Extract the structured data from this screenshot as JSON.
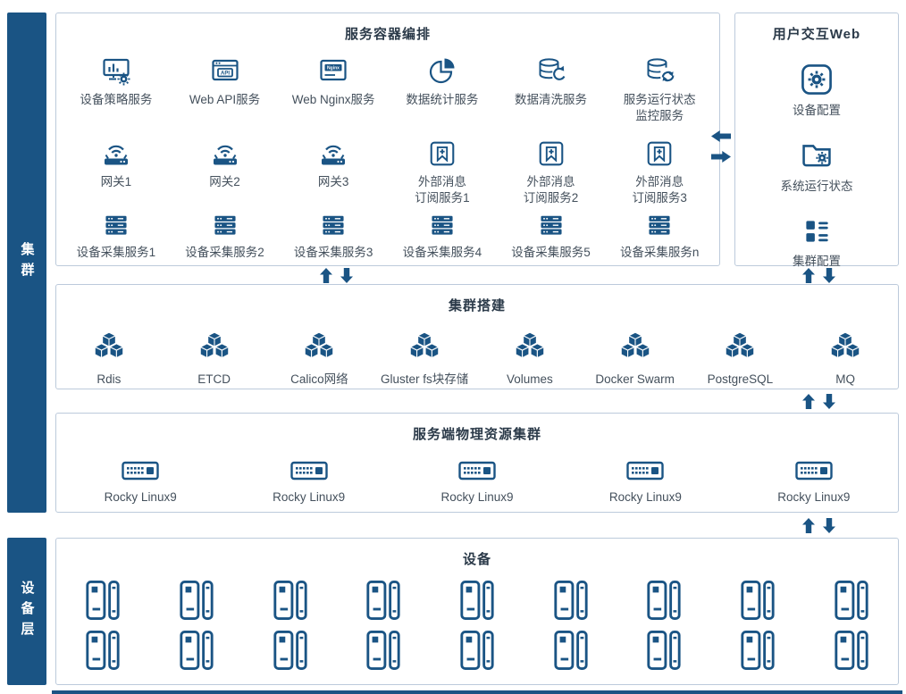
{
  "colors": {
    "primary": "#1a5484",
    "border": "#bccadb",
    "title_text": "#2b3a49",
    "label_text": "#44505c",
    "sidebar_text": "#ffffff"
  },
  "sidebar": {
    "cluster": "集群",
    "device": "设备层"
  },
  "orchestration": {
    "title": "服务容器编排",
    "rows": [
      {
        "items": [
          {
            "icon": "monitor-gear",
            "label": "设备策略服务"
          },
          {
            "icon": "api-box",
            "label": "Web API服务"
          },
          {
            "icon": "nginx-box",
            "label": "Web Nginx服务"
          },
          {
            "icon": "pie-chart",
            "label": "数据统计服务"
          },
          {
            "icon": "db-refresh",
            "label": "数据清洗服务"
          },
          {
            "icon": "db-monitor",
            "label": "服务运行状态\n监控服务"
          }
        ]
      },
      {
        "items": [
          {
            "icon": "gateway",
            "label": "网关1"
          },
          {
            "icon": "gateway",
            "label": "网关2"
          },
          {
            "icon": "gateway",
            "label": "网关3"
          },
          {
            "icon": "subscribe",
            "label": "外部消息\n订阅服务1"
          },
          {
            "icon": "subscribe",
            "label": "外部消息\n订阅服务2"
          },
          {
            "icon": "subscribe",
            "label": "外部消息\n订阅服务3"
          }
        ]
      },
      {
        "items": [
          {
            "icon": "server-stack",
            "label": "设备采集服务1"
          },
          {
            "icon": "server-stack",
            "label": "设备采集服务2"
          },
          {
            "icon": "server-stack",
            "label": "设备采集服务3"
          },
          {
            "icon": "server-stack",
            "label": "设备采集服务4"
          },
          {
            "icon": "server-stack",
            "label": "设备采集服务5"
          },
          {
            "icon": "server-stack",
            "label": "设备采集服务n"
          }
        ]
      }
    ]
  },
  "web_panel": {
    "title": "用户交互Web",
    "items": [
      {
        "icon": "gear-square",
        "label": "设备配置"
      },
      {
        "icon": "folder-gear",
        "label": "系统运行状态"
      },
      {
        "icon": "cluster-config",
        "label": "集群配置"
      }
    ]
  },
  "cluster_build": {
    "title": "集群搭建",
    "items": [
      {
        "icon": "cubes",
        "label": "Rdis"
      },
      {
        "icon": "cubes",
        "label": "ETCD"
      },
      {
        "icon": "cubes",
        "label": "Calico网络"
      },
      {
        "icon": "cubes",
        "label": "Gluster fs块存储"
      },
      {
        "icon": "cubes",
        "label": "Volumes"
      },
      {
        "icon": "cubes",
        "label": "Docker Swarm"
      },
      {
        "icon": "cubes",
        "label": "PostgreSQL"
      },
      {
        "icon": "cubes",
        "label": "MQ"
      }
    ]
  },
  "physical_cluster": {
    "title": "服务端物理资源集群",
    "items": [
      {
        "icon": "rocky-server",
        "label": "Rocky Linux9"
      },
      {
        "icon": "rocky-server",
        "label": "Rocky Linux9"
      },
      {
        "icon": "rocky-server",
        "label": "Rocky Linux9"
      },
      {
        "icon": "rocky-server",
        "label": "Rocky Linux9"
      },
      {
        "icon": "rocky-server",
        "label": "Rocky Linux9"
      }
    ]
  },
  "devices": {
    "title": "设备",
    "rows": [
      {
        "items": [
          {
            "icon": "device-pair"
          },
          {
            "icon": "device-pair"
          },
          {
            "icon": "device-pair"
          },
          {
            "icon": "device-pair"
          },
          {
            "icon": "device-pair"
          },
          {
            "icon": "device-pair"
          },
          {
            "icon": "device-pair"
          },
          {
            "icon": "device-pair"
          },
          {
            "icon": "device-pair"
          }
        ]
      },
      {
        "items": [
          {
            "icon": "device-pair"
          },
          {
            "icon": "device-pair"
          },
          {
            "icon": "device-pair"
          },
          {
            "icon": "device-pair"
          },
          {
            "icon": "device-pair"
          },
          {
            "icon": "device-pair"
          },
          {
            "icon": "device-pair"
          },
          {
            "icon": "device-pair"
          },
          {
            "icon": "device-pair"
          }
        ]
      }
    ]
  },
  "connections": [
    {
      "between": [
        "服务容器编排",
        "用户交互Web"
      ],
      "arrows": [
        "left",
        "right"
      ]
    },
    {
      "between": [
        "服务容器编排",
        "集群搭建"
      ],
      "arrows": [
        "up",
        "down"
      ]
    },
    {
      "between": [
        "用户交互Web",
        "集群搭建"
      ],
      "arrows": [
        "up",
        "down"
      ]
    },
    {
      "between": [
        "集群搭建",
        "服务端物理资源集群"
      ],
      "arrows": [
        "up",
        "down"
      ]
    },
    {
      "between": [
        "服务端物理资源集群",
        "设备"
      ],
      "arrows": [
        "up",
        "down"
      ]
    }
  ]
}
